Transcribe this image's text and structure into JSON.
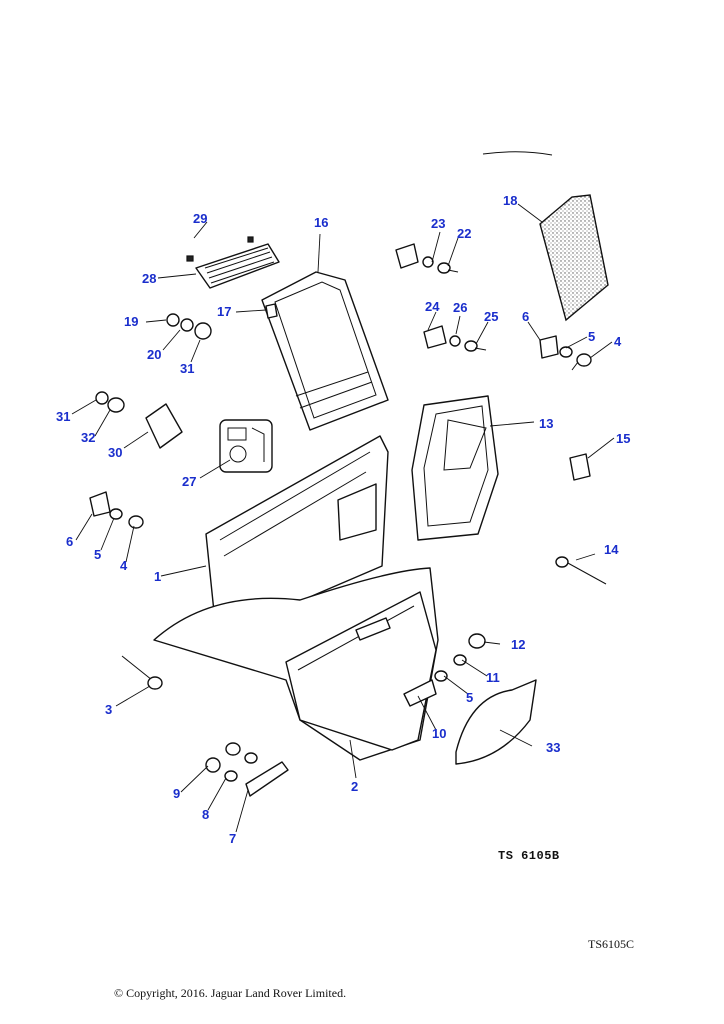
{
  "callouts": {
    "c1": "1",
    "c2": "2",
    "c3": "3",
    "c4a": "4",
    "c4b": "4",
    "c5a": "5",
    "c5b": "5",
    "c5c": "5",
    "c6a": "6",
    "c6b": "6",
    "c7": "7",
    "c8": "8",
    "c9": "9",
    "c10": "10",
    "c11": "11",
    "c12": "12",
    "c13": "13",
    "c14": "14",
    "c15": "15",
    "c16": "16",
    "c17": "17",
    "c18": "18",
    "c19": "19",
    "c20": "20",
    "c22": "22",
    "c23": "23",
    "c24": "24",
    "c25": "25",
    "c26": "26",
    "c27": "27",
    "c28": "28",
    "c29": "29",
    "c30": "30",
    "c31a": "31",
    "c31b": "31",
    "c32": "32",
    "c33": "33"
  },
  "drawing_code": "TS 6105B",
  "illustration_ref": "TS6105C",
  "copyright": "© Copyright, 2016. Jaguar Land Rover Limited.",
  "colors": {
    "callout": "#1a2ecc",
    "line": "#111111",
    "background": "#ffffff"
  }
}
